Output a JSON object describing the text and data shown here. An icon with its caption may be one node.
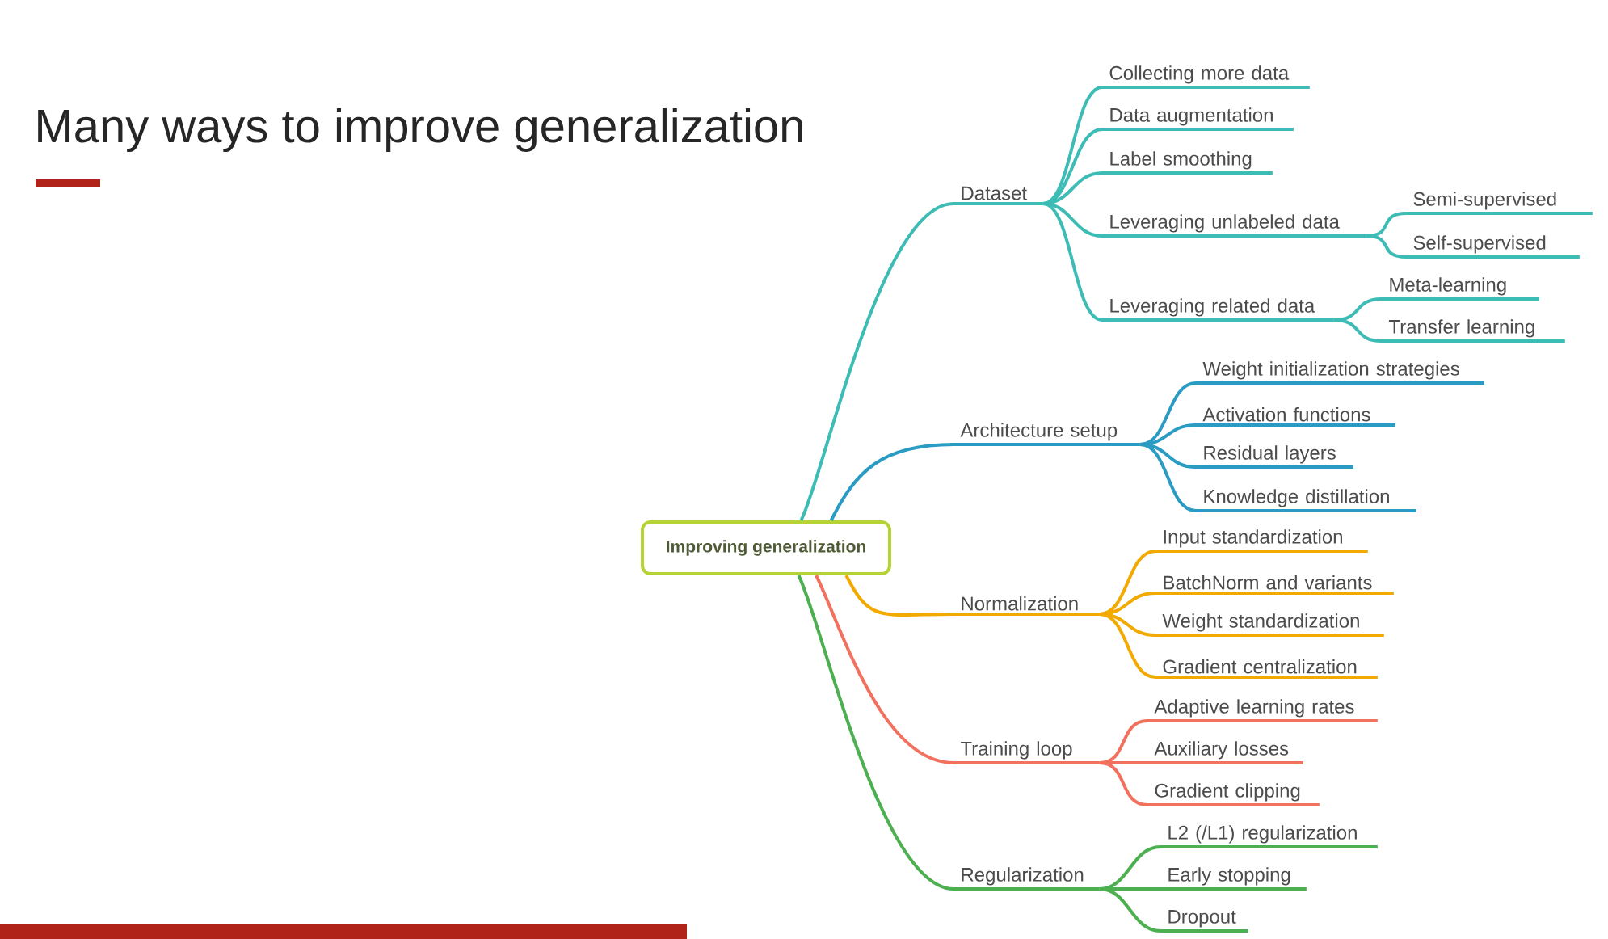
{
  "diagram": {
    "title": "Many ways to improve generalization",
    "nodes": [
      {
        "text": [
          "Improving generalization"
        ]
      },
      {
        "text": [
          "Dataset"
        ]
      },
      {
        "text": [
          "Collecting more data"
        ]
      },
      {
        "text": [
          "Data augmentation"
        ]
      },
      {
        "text": [
          "Label smoothing"
        ]
      },
      {
        "text": [
          "Leveraging unlabeled data"
        ]
      },
      {
        "text": [
          "Semi-supervised"
        ]
      },
      {
        "text": [
          "Self-supervised"
        ]
      },
      {
        "text": [
          "Leveraging related data"
        ]
      },
      {
        "text": [
          "Meta-learning"
        ]
      },
      {
        "text": [
          "Transfer learning"
        ]
      },
      {
        "text": [
          "Architecture setup"
        ]
      },
      {
        "text": [
          "Weight initialization strategies"
        ]
      },
      {
        "text": [
          "Activation functions"
        ]
      },
      {
        "text": [
          "Residual layers"
        ]
      },
      {
        "text": [
          "Knowledge distillation"
        ]
      },
      {
        "text": [
          "Normalization"
        ]
      },
      {
        "text": [
          "Input standardization"
        ]
      },
      {
        "text": [
          "BatchNorm and variants"
        ]
      },
      {
        "text": [
          "Weight standardization"
        ]
      },
      {
        "text": [
          "Gradient centralization"
        ]
      },
      {
        "text": [
          "Training loop"
        ]
      },
      {
        "text": [
          "Adaptive learning rates"
        ]
      },
      {
        "text": [
          "Auxiliary losses"
        ]
      },
      {
        "text": [
          "Gradient clipping"
        ]
      },
      {
        "text": [
          "Regularization"
        ]
      },
      {
        "text": [
          "L2 (/L1) regularization"
        ]
      },
      {
        "text": [
          "Early stopping"
        ]
      },
      {
        "text": [
          "Dropout"
        ]
      }
    ],
    "edges": [
      {
        "from": 0,
        "to": 1,
        "arrow": "none"
      },
      {
        "from": 1,
        "to": 2,
        "arrow": "none"
      },
      {
        "from": 1,
        "to": 3,
        "arrow": "none"
      },
      {
        "from": 1,
        "to": 4,
        "arrow": "none"
      },
      {
        "from": 1,
        "to": 5,
        "arrow": "none"
      },
      {
        "from": 5,
        "to": 6,
        "arrow": "none"
      },
      {
        "from": 5,
        "to": 7,
        "arrow": "none"
      },
      {
        "from": 1,
        "to": 8,
        "arrow": "none"
      },
      {
        "from": 8,
        "to": 9,
        "arrow": "none"
      },
      {
        "from": 8,
        "to": 10,
        "arrow": "none"
      },
      {
        "from": 0,
        "to": 11,
        "arrow": "none",
        "color": "#2a9bc2"
      },
      {
        "from": 11,
        "to": 12,
        "arrow": "none",
        "color": "#2a9bc2"
      },
      {
        "from": 11,
        "to": 13,
        "arrow": "none",
        "color": "#2a9bc2"
      },
      {
        "from": 11,
        "to": 14,
        "arrow": "none",
        "color": "#2a9bc2"
      },
      {
        "from": 11,
        "to": 15,
        "arrow": "none",
        "color": "#2a9bc2"
      },
      {
        "from": 0,
        "to": 16,
        "arrow": "none",
        "color": "#f2a900"
      },
      {
        "from": 16,
        "to": 17,
        "arrow": "none",
        "color": "#f2a900"
      },
      {
        "from": 16,
        "to": 18,
        "arrow": "none",
        "color": "#f2a900"
      },
      {
        "from": 16,
        "to": 19,
        "arrow": "none",
        "color": "#f2a900"
      },
      {
        "from": 16,
        "to": 20,
        "arrow": "none",
        "color": "#f2a900"
      },
      {
        "from": 0,
        "to": 21,
        "arrow": "none",
        "color": "#f2705e"
      },
      {
        "from": 21,
        "to": 22,
        "arrow": "none",
        "color": "#f2705e"
      },
      {
        "from": 21,
        "to": 23,
        "arrow": "none",
        "color": "#f2705e"
      },
      {
        "from": 21,
        "to": 24,
        "arrow": "none",
        "color": "#f2705e"
      },
      {
        "from": 0,
        "to": 25,
        "arrow": "none",
        "color": "#4caf50"
      },
      {
        "from": 25,
        "to": 26,
        "arrow": "none",
        "color": "#4caf50"
      },
      {
        "from": 25,
        "to": 27,
        "arrow": "none",
        "color": "#4caf50"
      },
      {
        "from": 25,
        "to": 28,
        "arrow": "none",
        "color": "#4caf50"
      }
    ]
  }
}
